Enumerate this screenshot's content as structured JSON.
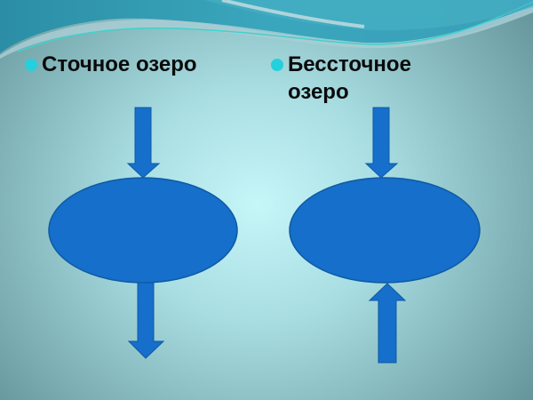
{
  "slide": {
    "left_column": {
      "label": "Сточное озеро",
      "diagram": {
        "shape": "lake-ellipse",
        "inflow": "top-down-arrow",
        "outflow": "bottom-down-arrow"
      }
    },
    "right_column": {
      "label": "Бессточное озеро",
      "diagram": {
        "shape": "lake-ellipse",
        "inflow_top": "top-down-arrow",
        "inflow_bottom": "bottom-up-arrow"
      }
    }
  },
  "colors": {
    "shape_fill": "#156fcb",
    "shape_stroke": "#0f5aa4",
    "bullet": "#25d0dc",
    "text": "#0a0a0a"
  }
}
